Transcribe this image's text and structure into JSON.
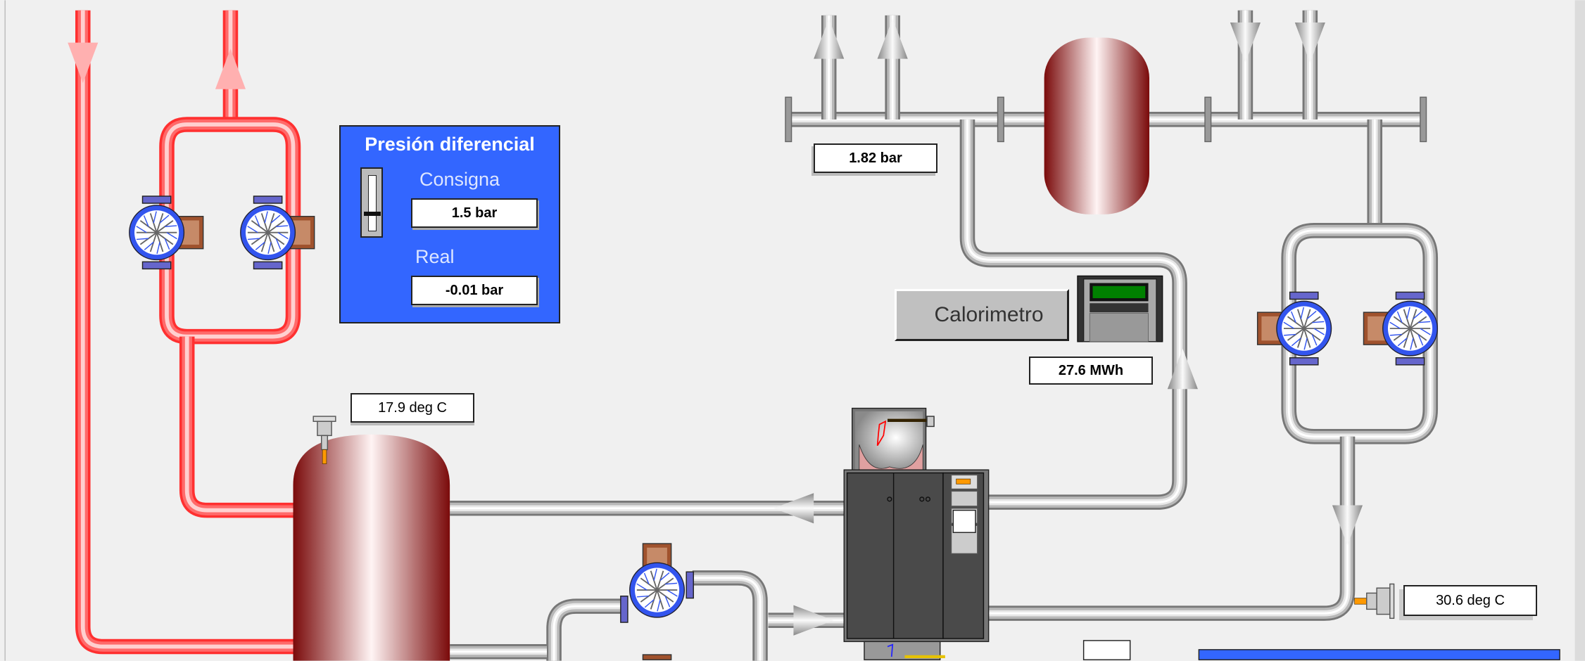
{
  "pressure_panel": {
    "title": "Presión diferencial",
    "setpoint_label": "Consigna",
    "setpoint_value": "1.5 bar",
    "real_label": "Real",
    "real_value": "-0.01 bar",
    "slider_level_fraction": 0.3
  },
  "readouts": {
    "manifold_pressure": "1.82 bar",
    "tank_temperature": "17.9 deg C",
    "energy": "27.6 MWh",
    "return_temperature": "30.6 deg C"
  },
  "calorimeter": {
    "button_label": "Calorimetro"
  },
  "colors": {
    "panel_blue": "#3366ff",
    "hot_pipe": "#ff3b3b",
    "tank_red": "#8b0f0f",
    "cabinet": "#4a4a4a",
    "display_green": "#008000"
  }
}
